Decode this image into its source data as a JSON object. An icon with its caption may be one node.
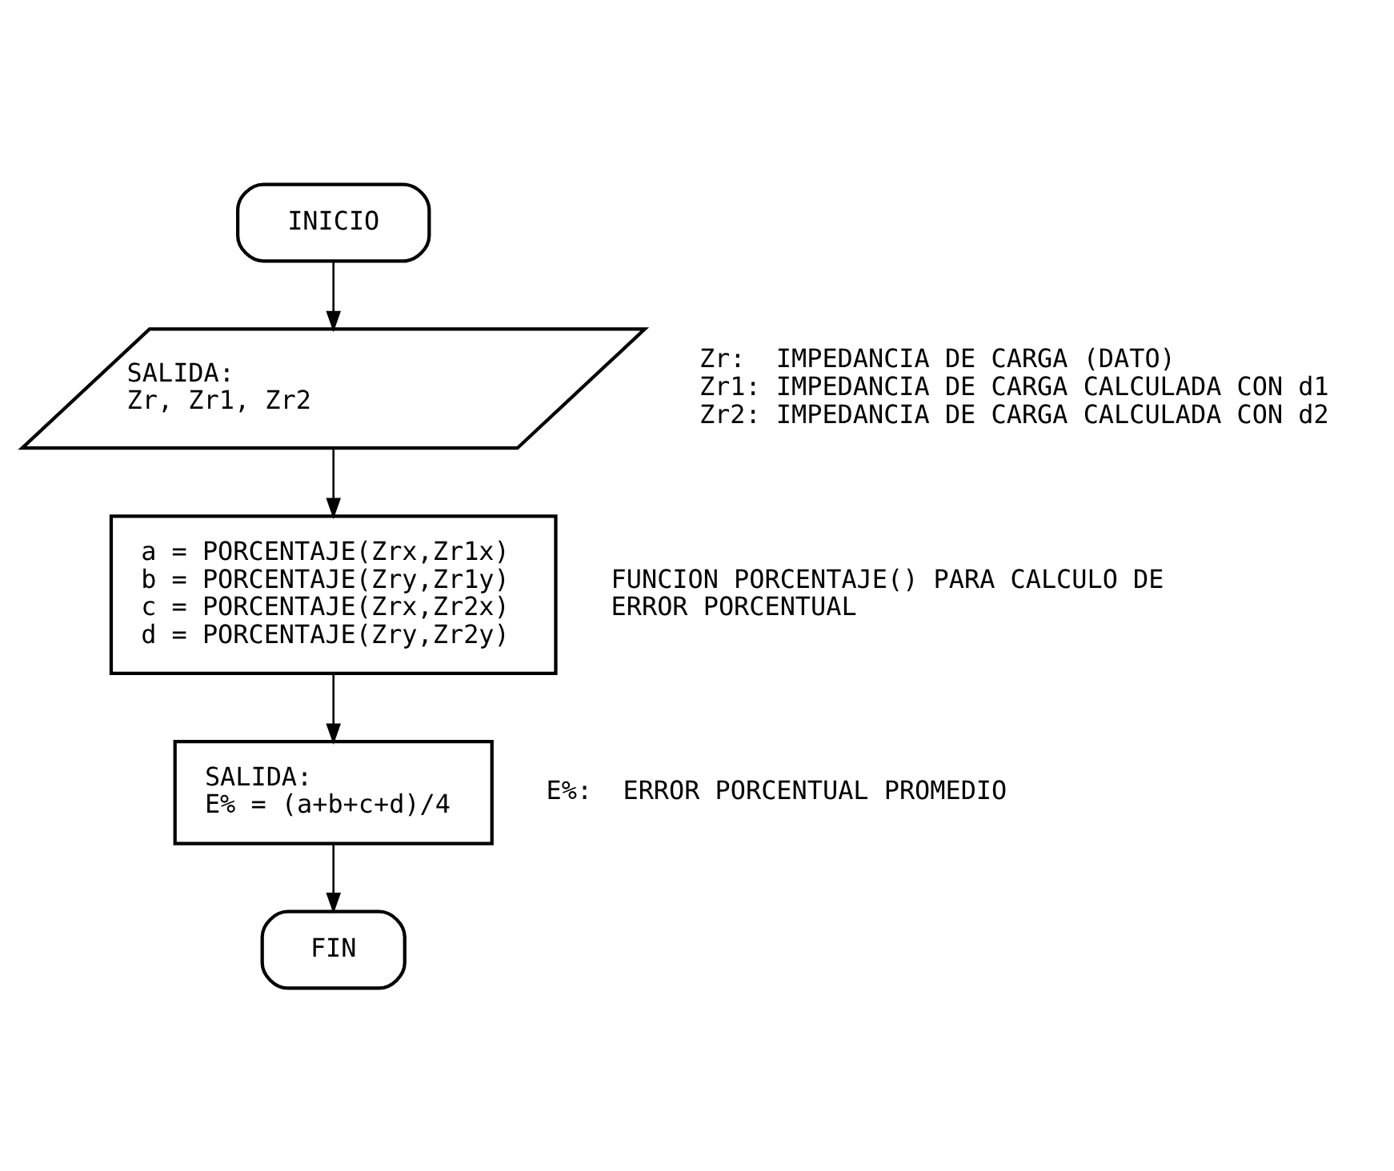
{
  "diagram": {
    "nodes": [
      {
        "text": [
          "INICIO"
        ]
      },
      {
        "text": [
          "SALIDA:",
          "Zr, Zr1, Zr2"
        ],
        "beside": [
          "Zr:  IMPEDANCIA DE CARGA (DATO)",
          "Zr1: IMPEDANCIA DE CARGA CALCULADA CON d1",
          "Zr2: IMPEDANCIA DE CARGA CALCULADA CON d2"
        ]
      },
      {
        "text": [
          "a = PORCENTAJE(Zrx,Zr1x)",
          "b = PORCENTAJE(Zry,Zr1y)",
          "c = PORCENTAJE(Zrx,Zr2x)",
          "d = PORCENTAJE(Zry,Zr2y)"
        ],
        "beside": [
          "FUNCION PORCENTAJE() PARA CALCULO DE ERROR PORCENTUAL"
        ]
      },
      {
        "text": [
          "SALIDA:",
          "E% = (a+b+c+d)/4"
        ],
        "beside": [
          "E%:  ERROR PORCENTUAL PROMEDIO"
        ]
      },
      {
        "text": [
          "FIN"
        ]
      }
    ],
    "edges": [
      {
        "from": 0,
        "to": 1,
        "arrow": "to"
      },
      {
        "from": 1,
        "to": 2,
        "arrow": "to"
      },
      {
        "from": 2,
        "to": 3,
        "arrow": "to"
      },
      {
        "from": 3,
        "to": 4,
        "arrow": "to"
      }
    ]
  }
}
